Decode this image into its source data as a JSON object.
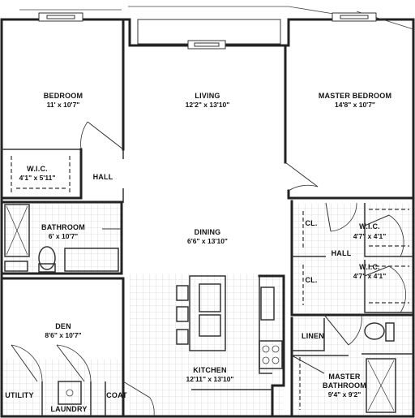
{
  "rooms": {
    "bedroom": {
      "name": "BEDROOM",
      "dims": "11' x 10'7\""
    },
    "living": {
      "name": "LIVING",
      "dims": "12'2\" x 13'10\""
    },
    "master_bedroom": {
      "name": "MASTER BEDROOM",
      "dims": "14'8\" x 10'7\""
    },
    "wic_left": {
      "name": "W.I.C.",
      "dims": "4'1\" x 5'11\""
    },
    "hall_left": {
      "name": "HALL"
    },
    "bathroom": {
      "name": "BATHROOM",
      "dims": "6' x 10'7\""
    },
    "dining": {
      "name": "DINING",
      "dims": "6'6\" x 13'10\""
    },
    "cl_upper": {
      "name": "CL."
    },
    "cl_lower": {
      "name": "CL."
    },
    "wic_right_upper": {
      "name": "W.I.C.",
      "dims": "4'7\" x 4'1\""
    },
    "hall_right": {
      "name": "HALL"
    },
    "wic_right_lower": {
      "name": "W.I.C.",
      "dims": "4'7\" x 4'1\""
    },
    "den": {
      "name": "DEN",
      "dims": "8'6\" x 10'7\""
    },
    "linen": {
      "name": "LINEN"
    },
    "master_bathroom": {
      "name": "MASTER",
      "name2": "BATHROOM",
      "dims": "9'4\" x 9'2\""
    },
    "kitchen": {
      "name": "KITCHEN",
      "dims": "12'11\" x 13'10\""
    },
    "utility": {
      "name": "UTILITY"
    },
    "laundry": {
      "name": "LAUNDRY"
    },
    "coat": {
      "name": "COAT"
    }
  }
}
